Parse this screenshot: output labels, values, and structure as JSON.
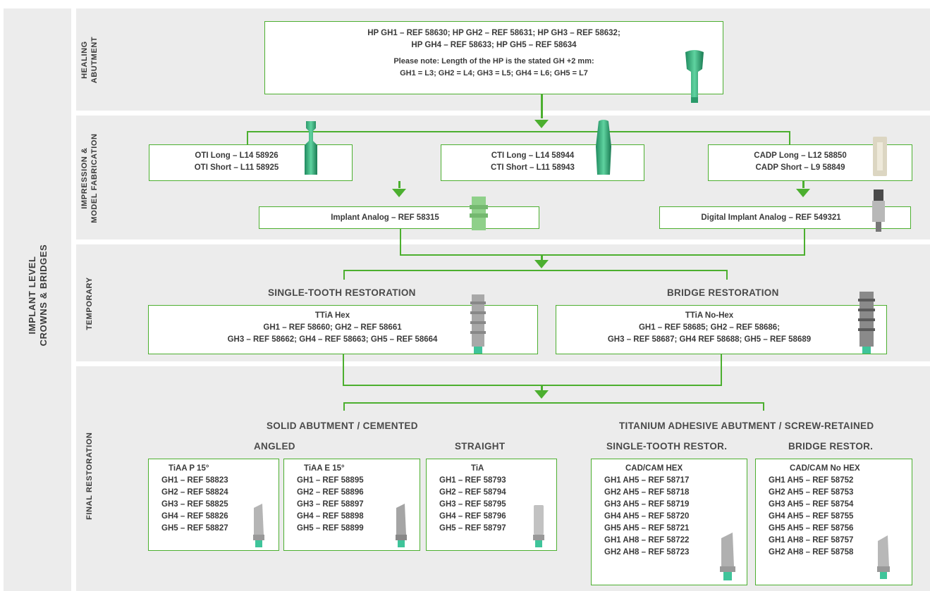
{
  "side_label": {
    "line1": "IMPLANT LEVEL",
    "line2": "CROWNS & BRIDGES"
  },
  "sections": {
    "healing": {
      "line1": "HEALING",
      "line2": "ABUTMENT"
    },
    "impression": {
      "line1": "IMPRESSION &",
      "line2": "MODEL FABRICATION"
    },
    "temporary": {
      "line1": "TEMPORARY"
    },
    "final": {
      "line1": "FINAL RESTORATION"
    }
  },
  "healing_box": {
    "line1": "HP GH1 – REF 58630; HP GH2 – REF 58631; HP GH3 – REF 58632;",
    "line2": "HP GH4 – REF 58633; HP GH5 – REF 58634",
    "note1": "Please note: Length of the HP is the stated GH +2 mm:",
    "note2": "GH1 = L3; GH2 = L4; GH3 = L5; GH4 = L6; GH5 = L7"
  },
  "impression": {
    "oti": {
      "line1": "OTI Long – L14 58926",
      "line2": "OTI Short – L11 58925"
    },
    "cti": {
      "line1": "CTI Long – L14 58944",
      "line2": "CTI Short – L11 58943"
    },
    "cadp": {
      "line1": "CADP Long – L12 58850",
      "line2": "CADP Short – L9 58849"
    },
    "implant_analog": "Implant Analog – REF 58315",
    "digital_analog": "Digital Implant Analog – REF 549321"
  },
  "temporary": {
    "single_heading": "SINGLE-TOOTH RESTORATION",
    "bridge_heading": "BRIDGE RESTORATION",
    "single": {
      "title": "TTiA Hex",
      "line1": "GH1 – REF 58660; GH2 – REF 58661",
      "line2": "GH3 – REF 58662; GH4 – REF 58663; GH5 – REF 58664"
    },
    "bridge": {
      "title": "TTiA No-Hex",
      "line1": "GH1 – REF 58685; GH2 – REF 58686;",
      "line2": "GH3 – REF 58687; GH4 REF 58688; GH5 – REF 58689"
    }
  },
  "final": {
    "solid_heading": "SOLID ABUTMENT / CEMENTED",
    "titanium_heading": "TITANIUM ADHESIVE ABUTMENT / SCREW-RETAINED",
    "angled_heading": "ANGLED",
    "straight_heading": "STRAIGHT",
    "single_restor_heading": "SINGLE-TOOTH RESTOR.",
    "bridge_restor_heading": "BRIDGE RESTOR.",
    "boxes": [
      {
        "title": "TiAA P 15°",
        "items": [
          "GH1 – REF 58823",
          "GH2 – REF 58824",
          "GH3 – REF 58825",
          "GH4 – REF 58826",
          "GH5 – REF 58827"
        ]
      },
      {
        "title": "TiAA E 15°",
        "items": [
          "GH1 – REF 58895",
          "GH2 – REF 58896",
          "GH3 – REF 58897",
          "GH4 – REF 58898",
          "GH5 – REF 58899"
        ]
      },
      {
        "title": "TiA",
        "items": [
          "GH1 – REF 58793",
          "GH2 – REF 58794",
          "GH3 – REF 58795",
          "GH4 – REF 58796",
          "GH5 – REF 58797"
        ]
      },
      {
        "title": "CAD/CAM HEX",
        "items": [
          "GH1 AH5 – REF 58717",
          "GH2 AH5 – REF 58718",
          "GH3 AH5 – REF 58719",
          "GH4 AH5 – REF 58720",
          "GH5 AH5 – REF 58721",
          "GH1 AH8 – REF 58722",
          "GH2 AH8 – REF 58723"
        ]
      },
      {
        "title": "CAD/CAM No HEX",
        "items": [
          "GH1 AH5 – REF 58752",
          "GH2 AH5 – REF 58753",
          "GH3 AH5 – REF 58754",
          "GH4 AH5 – REF 58755",
          "GH5 AH5 – REF 58756",
          "GH1 AH8 – REF 58757",
          "GH2 AH8 – REF 58758"
        ]
      }
    ]
  },
  "colors": {
    "accent": "#4caf2f",
    "band": "#ececec",
    "text": "#3a3a3a",
    "part_green": "#2fae7a",
    "part_metal": "#9a9a9a",
    "part_ceramic": "#ddd8c8"
  }
}
